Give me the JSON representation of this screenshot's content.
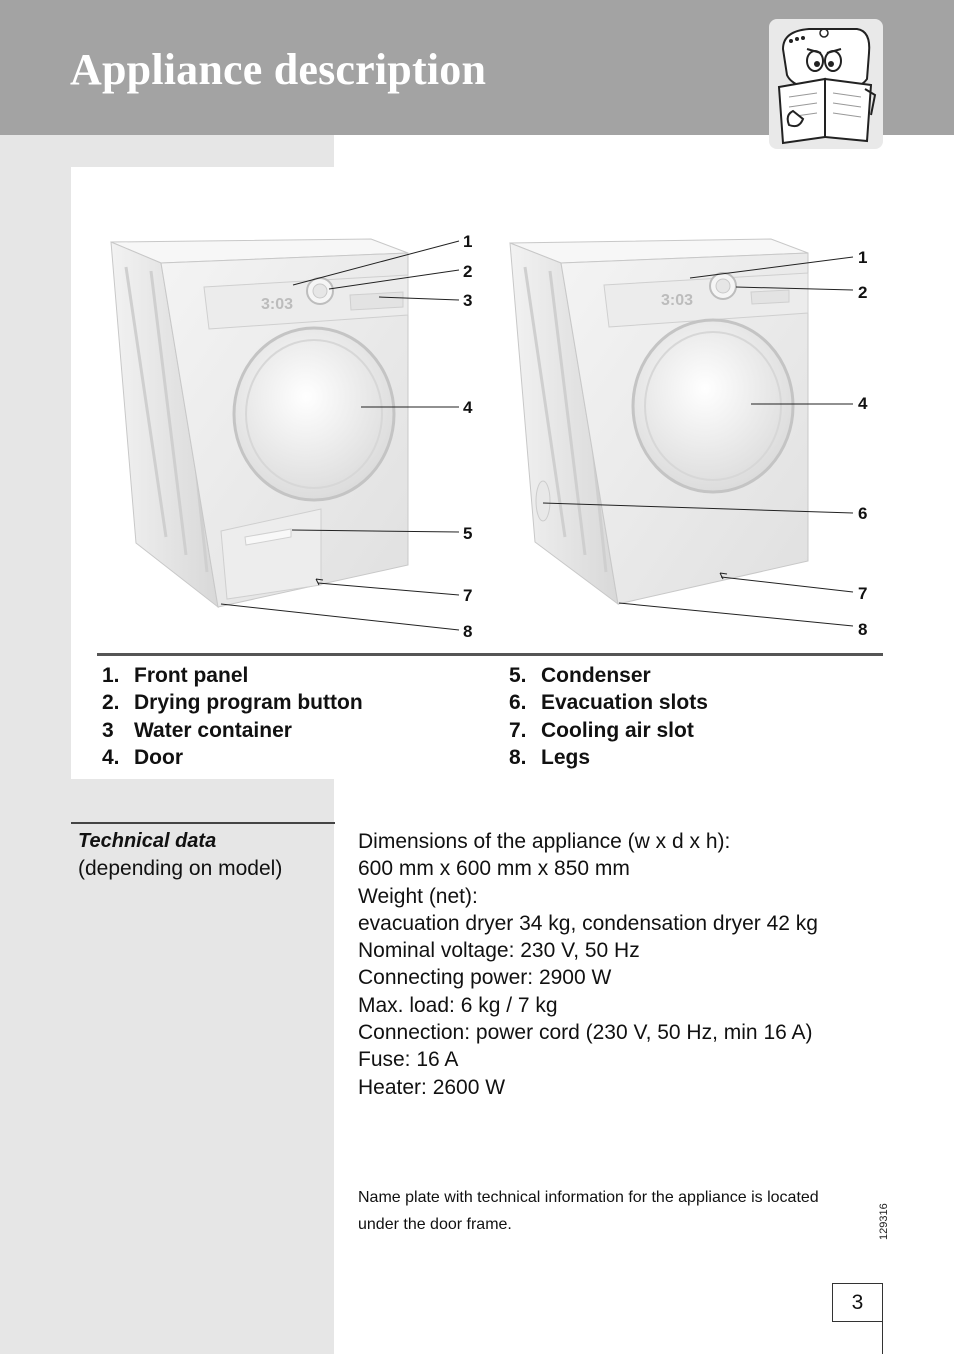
{
  "header": {
    "title": "Appliance description",
    "icon": "reading-cartoon-icon"
  },
  "figure": {
    "dryer1_callouts": [
      "1",
      "2",
      "3",
      "4",
      "5",
      "7",
      "8"
    ],
    "dryer2_callouts": [
      "1",
      "2",
      "4",
      "6",
      "7",
      "8"
    ],
    "display_text": "3:03"
  },
  "legend": {
    "left": [
      {
        "num": "1.",
        "label": "Front panel"
      },
      {
        "num": "2.",
        "label": "Drying program button"
      },
      {
        "num": "3",
        "label": "Water container"
      },
      {
        "num": "4.",
        "label": "Door"
      }
    ],
    "right": [
      {
        "num": "5.",
        "label": "Condenser"
      },
      {
        "num": "6.",
        "label": "Evacuation slots"
      },
      {
        "num": "7.",
        "label": "Cooling air slot"
      },
      {
        "num": "8.",
        "label": "Legs"
      }
    ]
  },
  "technical": {
    "title": "Technical data",
    "subtitle": "(depending on model)",
    "lines": [
      "Dimensions of the appliance (w x d x h):",
      "600 mm x 600 mm x 850 mm",
      "Weight (net):",
      "evacuation dryer 34 kg, condensation dryer 42 kg",
      "Nominal voltage: 230 V, 50 Hz",
      "Connecting power: 2900 W",
      "Max. load: 6 kg / 7 kg",
      "Connection: power cord (230 V, 50 Hz, min 16 A)",
      "Fuse: 16 A",
      "Heater: 2600 W"
    ],
    "nameplate_line1": "Name plate with technical information for the appliance is located",
    "nameplate_line2": "under the door frame."
  },
  "doc_code": "129316",
  "page_number": "3"
}
